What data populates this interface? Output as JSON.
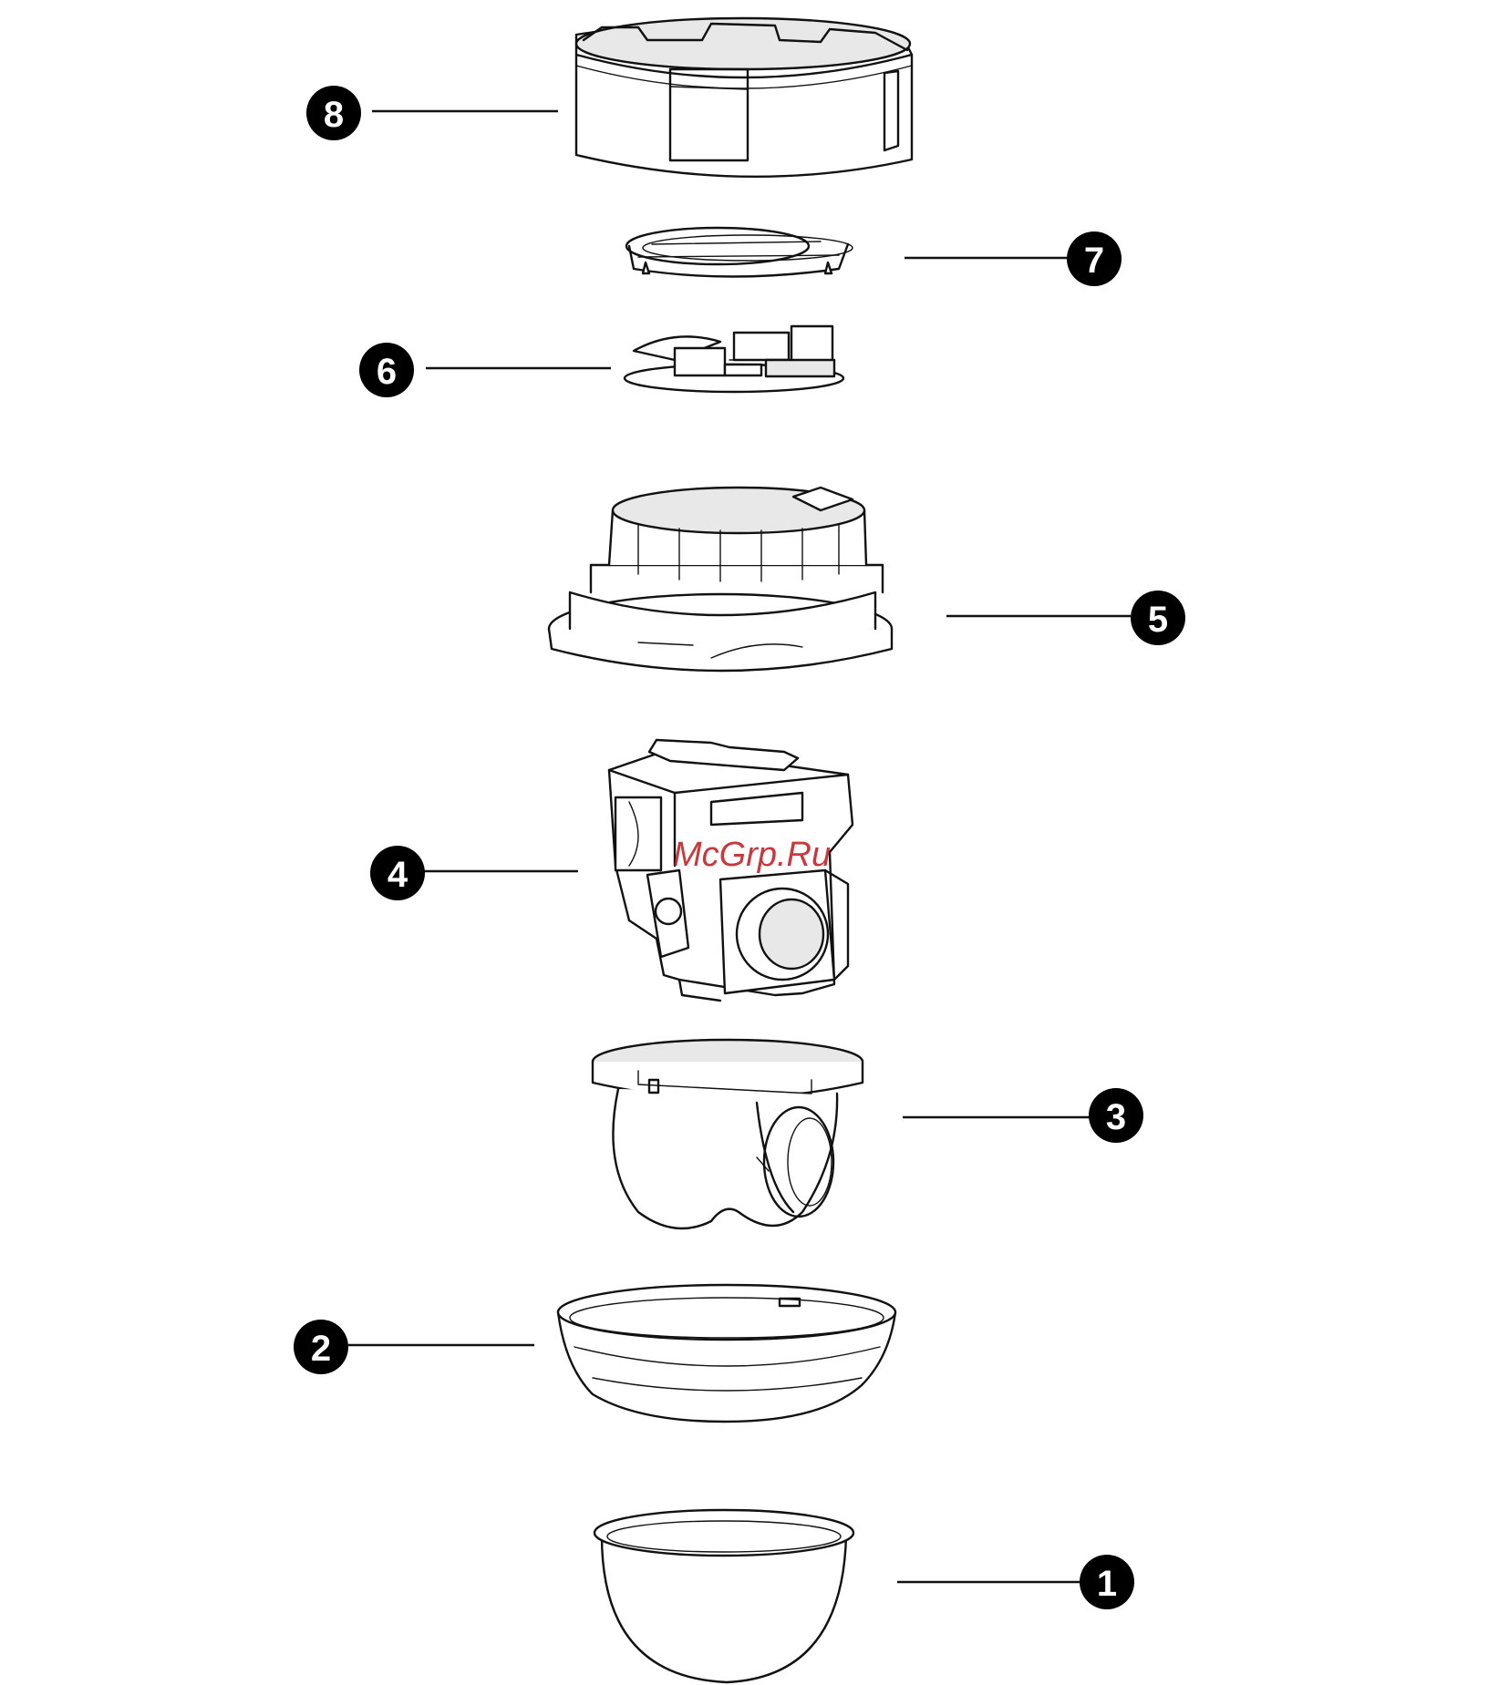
{
  "callouts": [
    {
      "id": "1",
      "label": "1"
    },
    {
      "id": "2",
      "label": "2"
    },
    {
      "id": "3",
      "label": "3"
    },
    {
      "id": "4",
      "label": "4"
    },
    {
      "id": "5",
      "label": "5"
    },
    {
      "id": "6",
      "label": "6"
    },
    {
      "id": "7",
      "label": "7"
    },
    {
      "id": "8",
      "label": "8"
    }
  ],
  "watermark": "McGrp.Ru",
  "colors": {
    "line": "#111111",
    "callout_fill": "#000000",
    "watermark": "#c0161c"
  }
}
